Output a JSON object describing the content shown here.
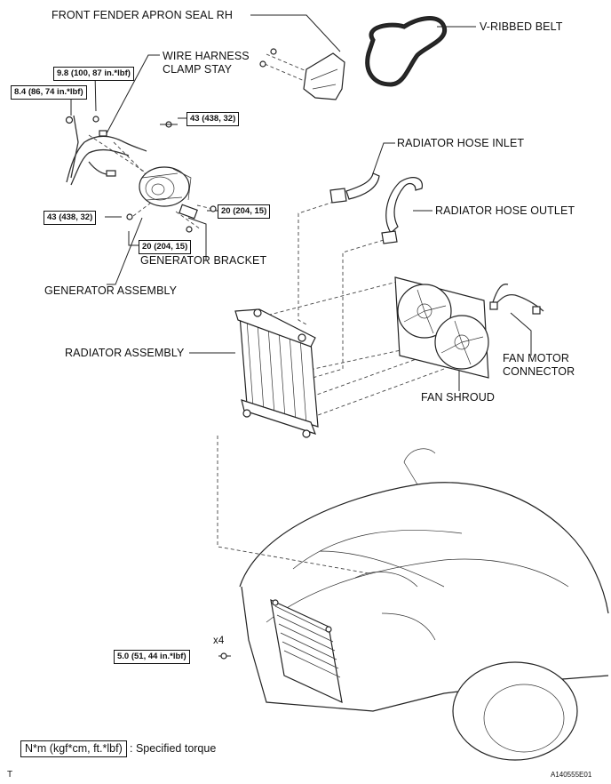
{
  "labels": {
    "front_fender_apron_seal": "FRONT FENDER APRON SEAL RH",
    "v_ribbed_belt": "V-RIBBED BELT",
    "wire_harness_clamp_stay_1": "WIRE HARNESS",
    "wire_harness_clamp_stay_2": "CLAMP STAY",
    "radiator_hose_inlet": "RADIATOR HOSE INLET",
    "radiator_hose_outlet": "RADIATOR HOSE OUTLET",
    "generator_bracket": "GENERATOR BRACKET",
    "generator_assembly": "GENERATOR ASSEMBLY",
    "radiator_assembly": "RADIATOR ASSEMBLY",
    "fan_motor_connector_1": "FAN MOTOR",
    "fan_motor_connector_2": "CONNECTOR",
    "fan_shroud": "FAN SHROUD",
    "x4": "x4"
  },
  "torques": {
    "t1": "9.8 (100, 87 in.*lbf)",
    "t2": "8.4 (86, 74 in.*lbf)",
    "t3": "43 (438, 32)",
    "t4": "43 (438, 32)",
    "t5": "20 (204, 15)",
    "t6": "20 (204, 15)",
    "t7": "5.0 (51, 44 in.*lbf)"
  },
  "legend": {
    "unit": "N*m (kgf*cm, ft.*lbf)",
    "text": ": Specified torque"
  },
  "corner": {
    "left": "T",
    "right": "A140555E01"
  }
}
